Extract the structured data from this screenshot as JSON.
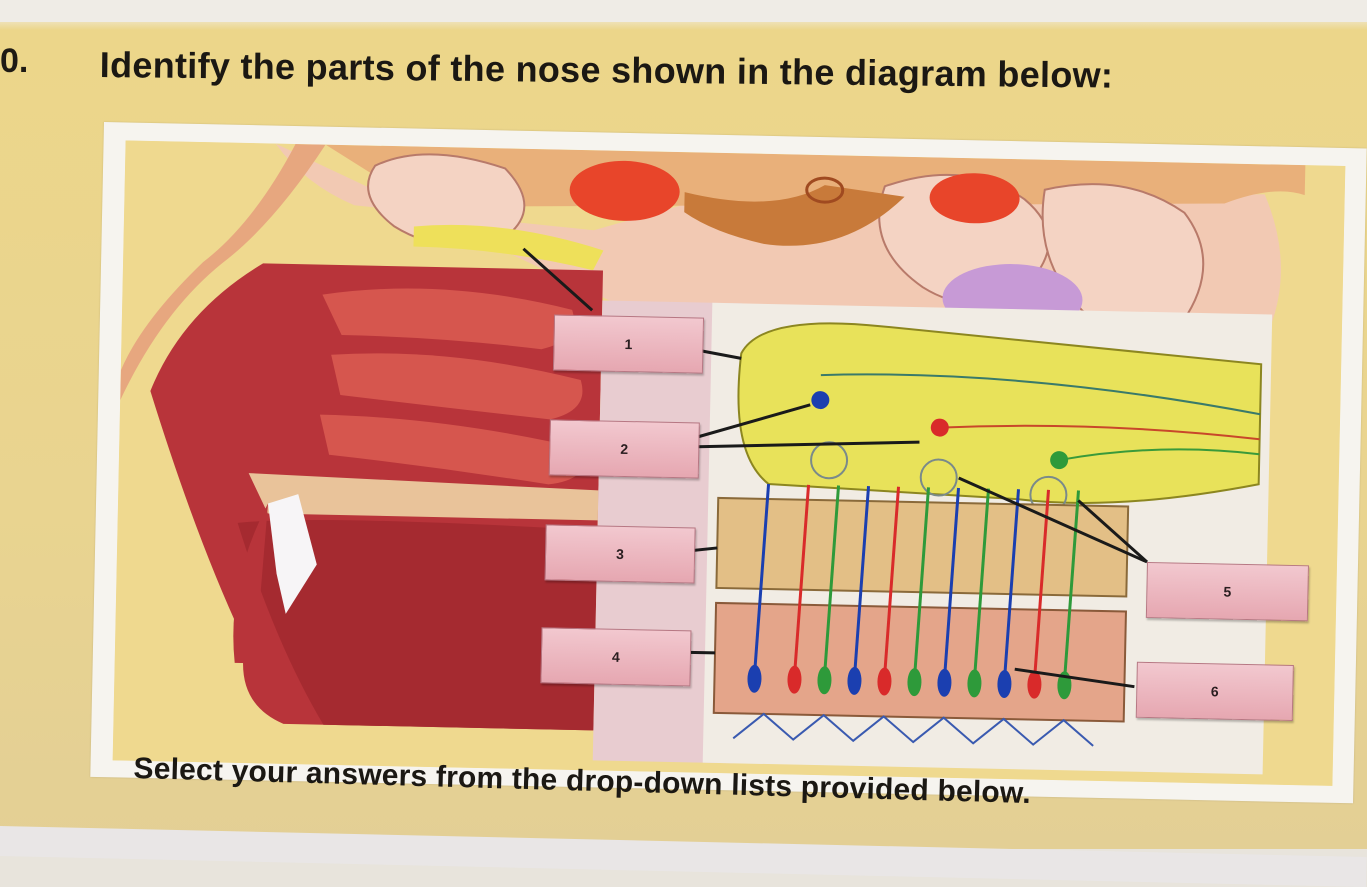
{
  "question": {
    "number": "0.",
    "title": "Identify the parts of the nose shown in the diagram below:",
    "instructions": "Select your answers from the drop-down lists provided below."
  },
  "diagram": {
    "subject": "Sagittal section of nose and olfactory region",
    "labels": [
      {
        "id": 1,
        "text": "1"
      },
      {
        "id": 2,
        "text": "2"
      },
      {
        "id": 3,
        "text": "3"
      },
      {
        "id": 4,
        "text": "4"
      },
      {
        "id": 5,
        "text": "5"
      },
      {
        "id": 6,
        "text": "6"
      }
    ],
    "colors": {
      "label_fill": "#ebb3bc",
      "olfactory_bulb": "#e8e25a",
      "nasal_tissue": "#b8343a",
      "brain": "#f0c7b8",
      "bone_layer": "#e3bf86",
      "epithelium": "#e4a58a",
      "neuron_blue": "#1b3fb0",
      "neuron_red": "#d92a2a",
      "neuron_green": "#2e9a3a"
    }
  }
}
